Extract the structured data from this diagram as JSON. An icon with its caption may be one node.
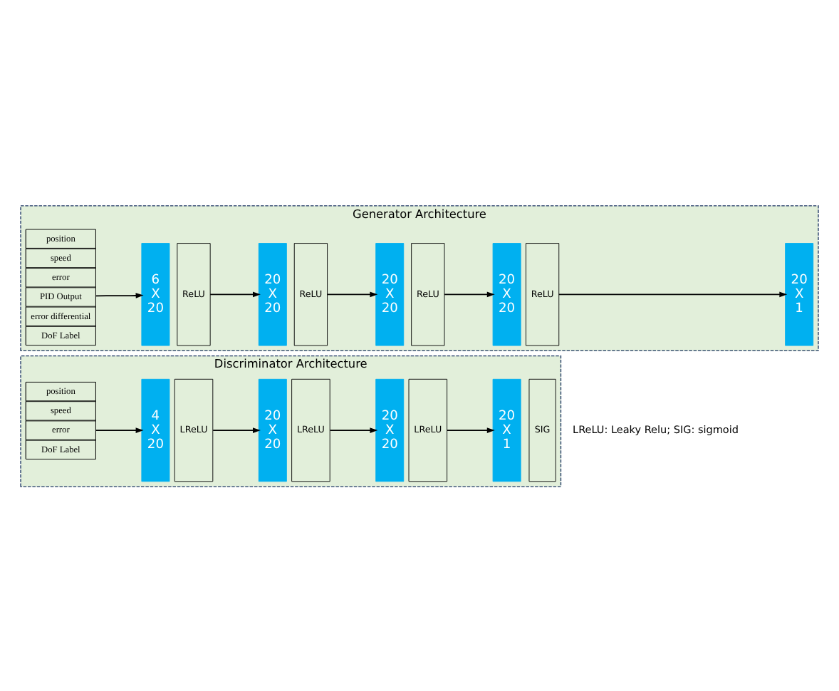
{
  "diagram": {
    "nodes": [
      {
        "text": [
          "Generator Architecture"
        ]
      },
      {
        "text": [],
        "shape": "box",
        "in": 0
      },
      {
        "text": [
          "position"
        ],
        "in": 1
      },
      {
        "text": [
          "speed"
        ],
        "in": 1
      },
      {
        "text": [
          "error"
        ],
        "in": 1
      },
      {
        "text": [
          "PID Output"
        ],
        "in": 1
      },
      {
        "text": [
          "error differential"
        ],
        "in": 1
      },
      {
        "text": [
          "DoF Label"
        ],
        "in": 1
      },
      {
        "text": [
          "6 X 20"
        ],
        "in": 0
      },
      {
        "text": [
          "ReLU"
        ],
        "in": 0
      },
      {
        "text": [
          "20 X 20"
        ],
        "in": 0
      },
      {
        "text": [
          "ReLU"
        ],
        "in": 0
      },
      {
        "text": [
          "20 X 20"
        ],
        "in": 0
      },
      {
        "text": [
          "ReLU"
        ],
        "in": 0
      },
      {
        "text": [
          "20 X 20"
        ],
        "in": 0
      },
      {
        "text": [
          "ReLU"
        ],
        "in": 0
      },
      {
        "text": [
          "20 X 1"
        ],
        "in": 0
      },
      {
        "text": [
          "Discriminator Architecture"
        ]
      },
      {
        "text": [],
        "shape": "box",
        "in": 17
      },
      {
        "text": [
          "position"
        ],
        "in": 18
      },
      {
        "text": [
          "speed"
        ],
        "in": 18
      },
      {
        "text": [
          "error"
        ],
        "in": 18
      },
      {
        "text": [
          "DoF Label"
        ],
        "in": 18
      },
      {
        "text": [
          "4 X 20"
        ],
        "in": 17
      },
      {
        "text": [
          "LReLU"
        ],
        "in": 17
      },
      {
        "text": [
          "20 X 20"
        ],
        "in": 17
      },
      {
        "text": [
          "LReLU"
        ],
        "in": 17
      },
      {
        "text": [
          "20 X 20"
        ],
        "in": 17
      },
      {
        "text": [
          "LReLU"
        ],
        "in": 17
      },
      {
        "text": [
          "20 X 1"
        ],
        "in": 17
      },
      {
        "text": [
          "SIG"
        ],
        "in": 17
      }
    ],
    "edges": [
      {
        "from": 1,
        "to": 8,
        "arrow": "to"
      },
      {
        "from": 9,
        "to": 10,
        "arrow": "to"
      },
      {
        "from": 11,
        "to": 12,
        "arrow": "to"
      },
      {
        "from": 13,
        "to": 14,
        "arrow": "to"
      },
      {
        "from": 15,
        "to": 16,
        "arrow": "to"
      },
      {
        "from": 18,
        "to": 23,
        "arrow": "to"
      },
      {
        "from": 24,
        "to": 25,
        "arrow": "to"
      },
      {
        "from": 26,
        "to": 27,
        "arrow": "to"
      },
      {
        "from": 28,
        "to": 29,
        "arrow": "to"
      }
    ],
    "labels": [
      "LReLU: Leaky Relu; SIG: sigmoid"
    ]
  }
}
